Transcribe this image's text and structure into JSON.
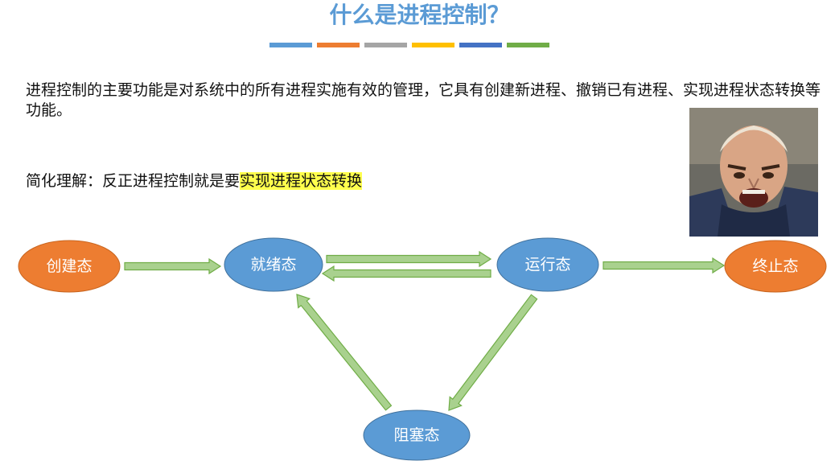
{
  "title": "什么是进程控制？",
  "title_bar_colors": [
    "#5b9bd5",
    "#ed7d31",
    "#a5a5a5",
    "#ffc000",
    "#4472c4",
    "#70ad47"
  ],
  "intro_text": "进程控制的主要功能是对系统中的所有进程实施有效的管理，它具有创建新进程、撤销已有进程、实现进程状态转换等功能。",
  "summary": {
    "prefix": "简化理解：反正进程控制就是要",
    "highlight": "实现进程状态转换"
  },
  "colors": {
    "title": "#5b9bd5",
    "blue_node": "#5b9bd5",
    "orange_node": "#ed7d31",
    "arrow_fill": "#a9d18e",
    "arrow_stroke": "#70ad47",
    "highlight": "#ffff4d"
  },
  "image": {
    "subject": "meme-face-photo"
  },
  "diagram": {
    "nodes": [
      {
        "id": "create",
        "label": "创建态",
        "color": "orange"
      },
      {
        "id": "ready",
        "label": "就绪态",
        "color": "blue"
      },
      {
        "id": "running",
        "label": "运行态",
        "color": "blue"
      },
      {
        "id": "terminated",
        "label": "终止态",
        "color": "orange"
      },
      {
        "id": "blocked",
        "label": "阻塞态",
        "color": "blue"
      }
    ],
    "edges": [
      {
        "from": "create",
        "to": "ready"
      },
      {
        "from": "ready",
        "to": "running"
      },
      {
        "from": "running",
        "to": "ready"
      },
      {
        "from": "running",
        "to": "terminated"
      },
      {
        "from": "running",
        "to": "blocked"
      },
      {
        "from": "blocked",
        "to": "ready"
      }
    ]
  }
}
